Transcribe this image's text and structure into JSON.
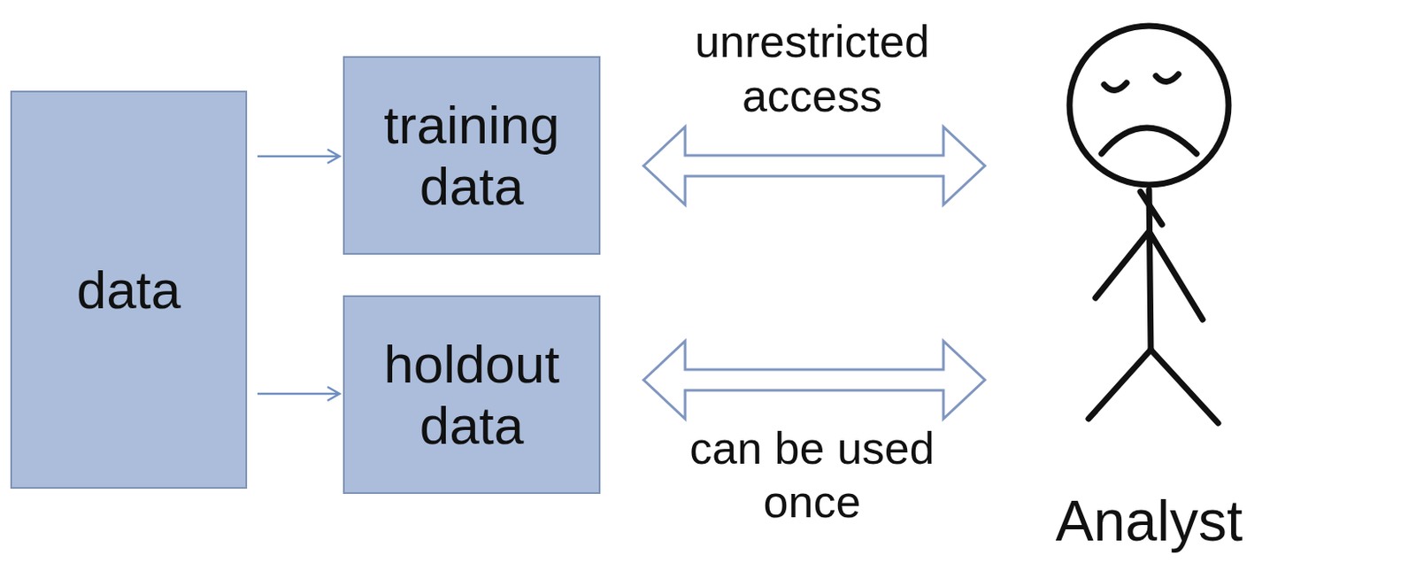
{
  "diagram": {
    "nodes": [
      {
        "text": [
          "data"
        ]
      },
      {
        "text": [
          "training data"
        ]
      },
      {
        "text": [
          "holdout data"
        ]
      },
      {
        "text": [
          "Analyst"
        ]
      }
    ],
    "edges": [
      {
        "from": 0,
        "to": 1,
        "arrow": "to"
      },
      {
        "from": 0,
        "to": 2,
        "arrow": "to"
      },
      {
        "from": 1,
        "to": 3,
        "label": "unrestricted access",
        "arrow": "both"
      },
      {
        "from": 2,
        "to": 3,
        "label": "can be used once",
        "arrow": "both"
      }
    ]
  }
}
